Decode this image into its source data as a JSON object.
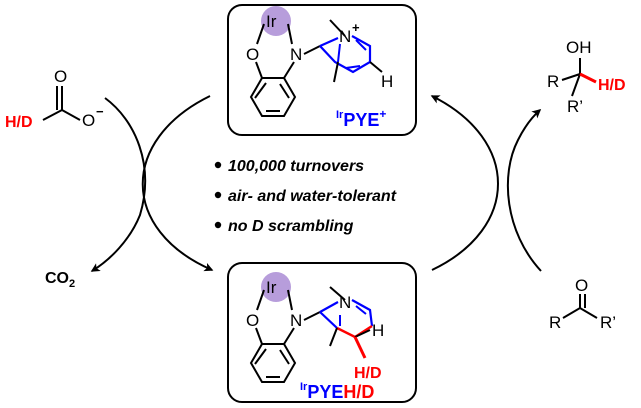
{
  "colors": {
    "blue": "#0000ff",
    "red": "#ff0000",
    "purple_ir": "#b79ddb",
    "black": "#000000"
  },
  "atoms": {
    "ir": "Ir",
    "o": "O",
    "n": "N",
    "n_plus": "N",
    "plus": "+",
    "h": "H",
    "oh": "OH",
    "r": "R",
    "r_prime": "R’",
    "hd": "H/D"
  },
  "top_complex": {
    "label_superscript": "Ir",
    "label_main": "PYE",
    "label_charge": "+"
  },
  "bottom_complex": {
    "label_superscript": "Ir",
    "label_main": "PYE",
    "label_suffix": "H/D"
  },
  "left_reagent": {
    "hd": "H/D",
    "carbonyl_o": "O",
    "anion_o": "O",
    "charge": "−",
    "co2_main": "CO",
    "co2_sub": "2"
  },
  "features": [
    "100,000 turnovers",
    "air- and water-tolerant",
    "no D scrambling"
  ]
}
